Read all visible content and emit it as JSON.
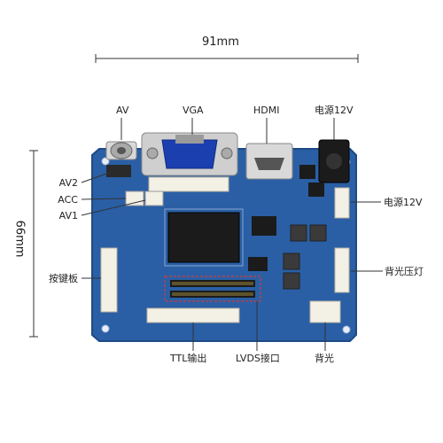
{
  "dimensions": {
    "width_label": "91mm",
    "height_label": "66mm"
  },
  "labels": {
    "av": "AV",
    "vga": "VGA",
    "hdmi": "HDMI",
    "power_top": "电源12V",
    "av2": "AV2",
    "acc": "ACC",
    "av1": "AV1",
    "power_right": "电源12V",
    "keypad": "按键板",
    "backlight_press": "背光压灯",
    "ttl": "TTL输出",
    "lvds": "LVDS接口",
    "backlight": "背光"
  },
  "colors": {
    "pcb": "#2a5fa5",
    "pcb_dark": "#1e4a86",
    "vga_blue": "#1c3fb0",
    "chip": "#1b1b1b",
    "metal": "#c9c9c9",
    "connector": "#f3f0e6",
    "leader": "#333333",
    "dashed": "#d23b3b"
  }
}
